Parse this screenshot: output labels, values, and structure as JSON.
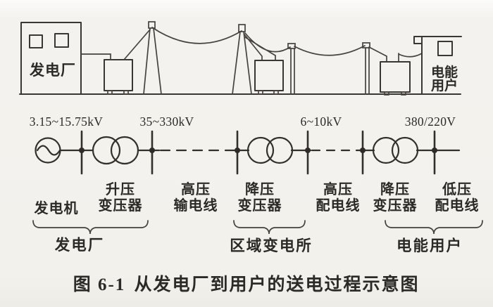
{
  "figure": {
    "caption_number": "图 6-1",
    "caption_title": "从发电厂到用户的送电过程示意图"
  },
  "scene": {
    "power_plant_building": "发电厂",
    "consumer_building": [
      "电能",
      "用户"
    ]
  },
  "voltages": {
    "generator_output": "3.15~15.75kV",
    "transmission_line": "35~330kV",
    "hv_distribution": "6~10kV",
    "lv_distribution": "380/220V"
  },
  "components": {
    "generator": "发电机",
    "step_up_transformer": [
      "升压",
      "变压器"
    ],
    "hv_transmission_line": [
      "高压",
      "输电线"
    ],
    "step_down_transformer_substation": [
      "降压",
      "变压器"
    ],
    "hv_distribution_line": [
      "高压",
      "配电线"
    ],
    "step_down_transformer_consumer": [
      "降压",
      "变压器"
    ],
    "lv_distribution_line": [
      "低压",
      "配电线"
    ]
  },
  "groups": {
    "power_plant": "发电厂",
    "regional_substation": "区域变电所",
    "power_consumer": "电能用户"
  },
  "colors": {
    "paper": "#f3f1ec",
    "ink": "#33302c"
  }
}
